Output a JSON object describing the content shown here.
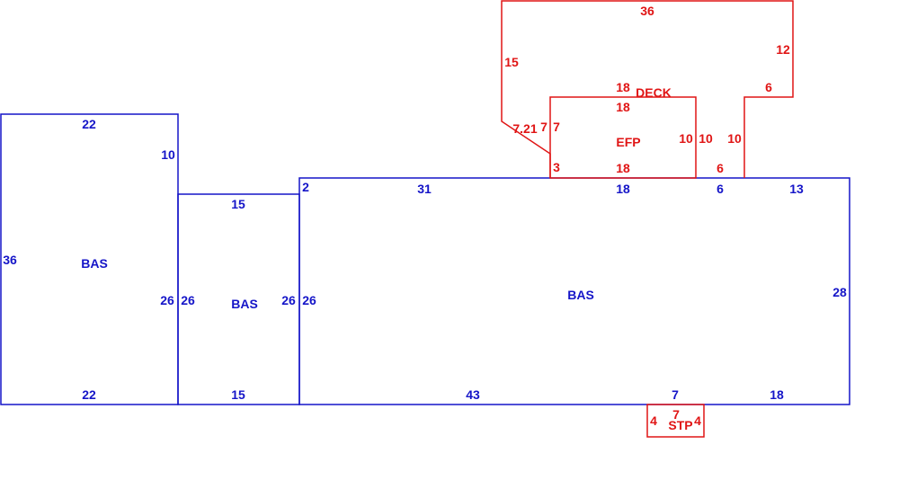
{
  "colors": {
    "building": "#1515c8",
    "addition": "#e01515",
    "background": "#ffffff"
  },
  "areas": {
    "bas_left": {
      "label": "BAS",
      "dims": {
        "top": "22",
        "top_right": "10",
        "left": "36",
        "right": "26",
        "bottom": "22"
      }
    },
    "bas_middle": {
      "label": "BAS",
      "dims": {
        "top": "15",
        "top_left": "2",
        "left": "26",
        "right": "26",
        "bottom": "15"
      }
    },
    "bas_main": {
      "label": "BAS",
      "dims": {
        "left": "26",
        "top_a": "31",
        "top_b": "18",
        "top_c": "6",
        "top_d": "13",
        "right": "28",
        "bottom_a": "43",
        "bottom_b": "7",
        "bottom_c": "18"
      }
    },
    "deck": {
      "label": "DECK",
      "dims": {
        "top": "36",
        "left": "15",
        "right": "12",
        "step": "6",
        "diag": "7.21",
        "left_lower": "7",
        "inner_top": "18",
        "inner_left": "3",
        "inner_right": "10",
        "outer_right": "10",
        "bottom_right": "6"
      }
    },
    "efp": {
      "label": "EFP",
      "dims": {
        "top": "18",
        "bottom": "18",
        "left": "7",
        "right": "10"
      }
    },
    "stp": {
      "label": "STP",
      "dims": {
        "top": "7",
        "left": "4",
        "right": "4"
      }
    }
  }
}
